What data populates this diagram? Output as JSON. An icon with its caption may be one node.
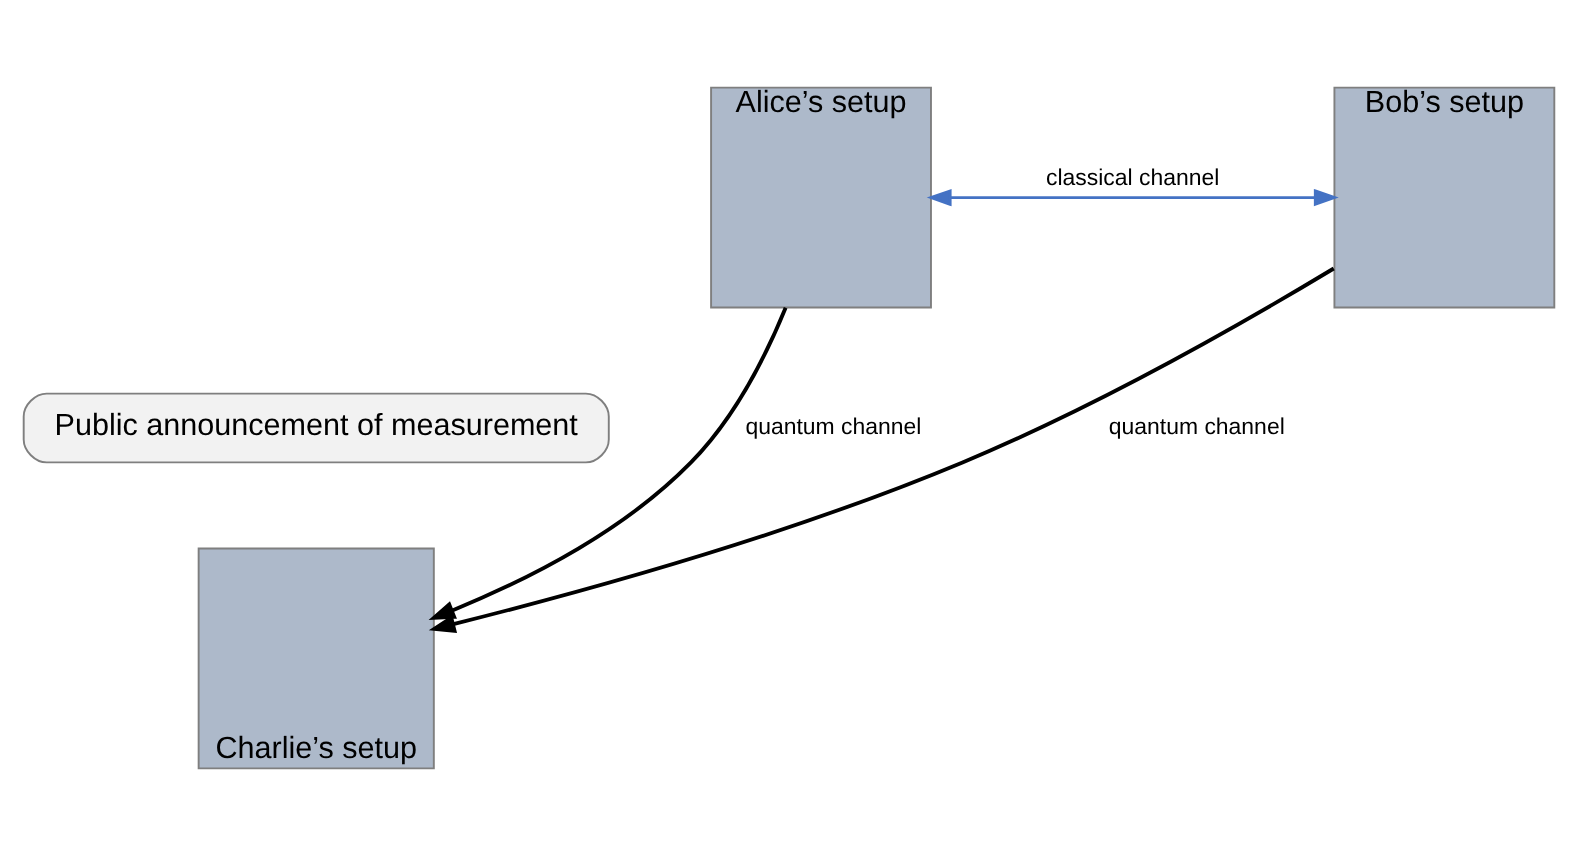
{
  "diagram": {
    "nodes": [
      {
        "text": [
          "Alice’s setup"
        ]
      },
      {
        "text": [
          "Bob’s setup"
        ]
      },
      {
        "text": [
          "Public announcement of measurement"
        ]
      },
      {
        "text": [
          "Charlie’s setup"
        ]
      }
    ],
    "edges": [
      {
        "from": 0,
        "to": 1,
        "arrow": "both",
        "label": "classical channel",
        "color": "#4472c4"
      },
      {
        "from": 0,
        "to": 3,
        "arrow": "to",
        "label": "quantum channel"
      },
      {
        "from": 1,
        "to": 3,
        "arrow": "to",
        "label": "quantum channel"
      }
    ]
  }
}
